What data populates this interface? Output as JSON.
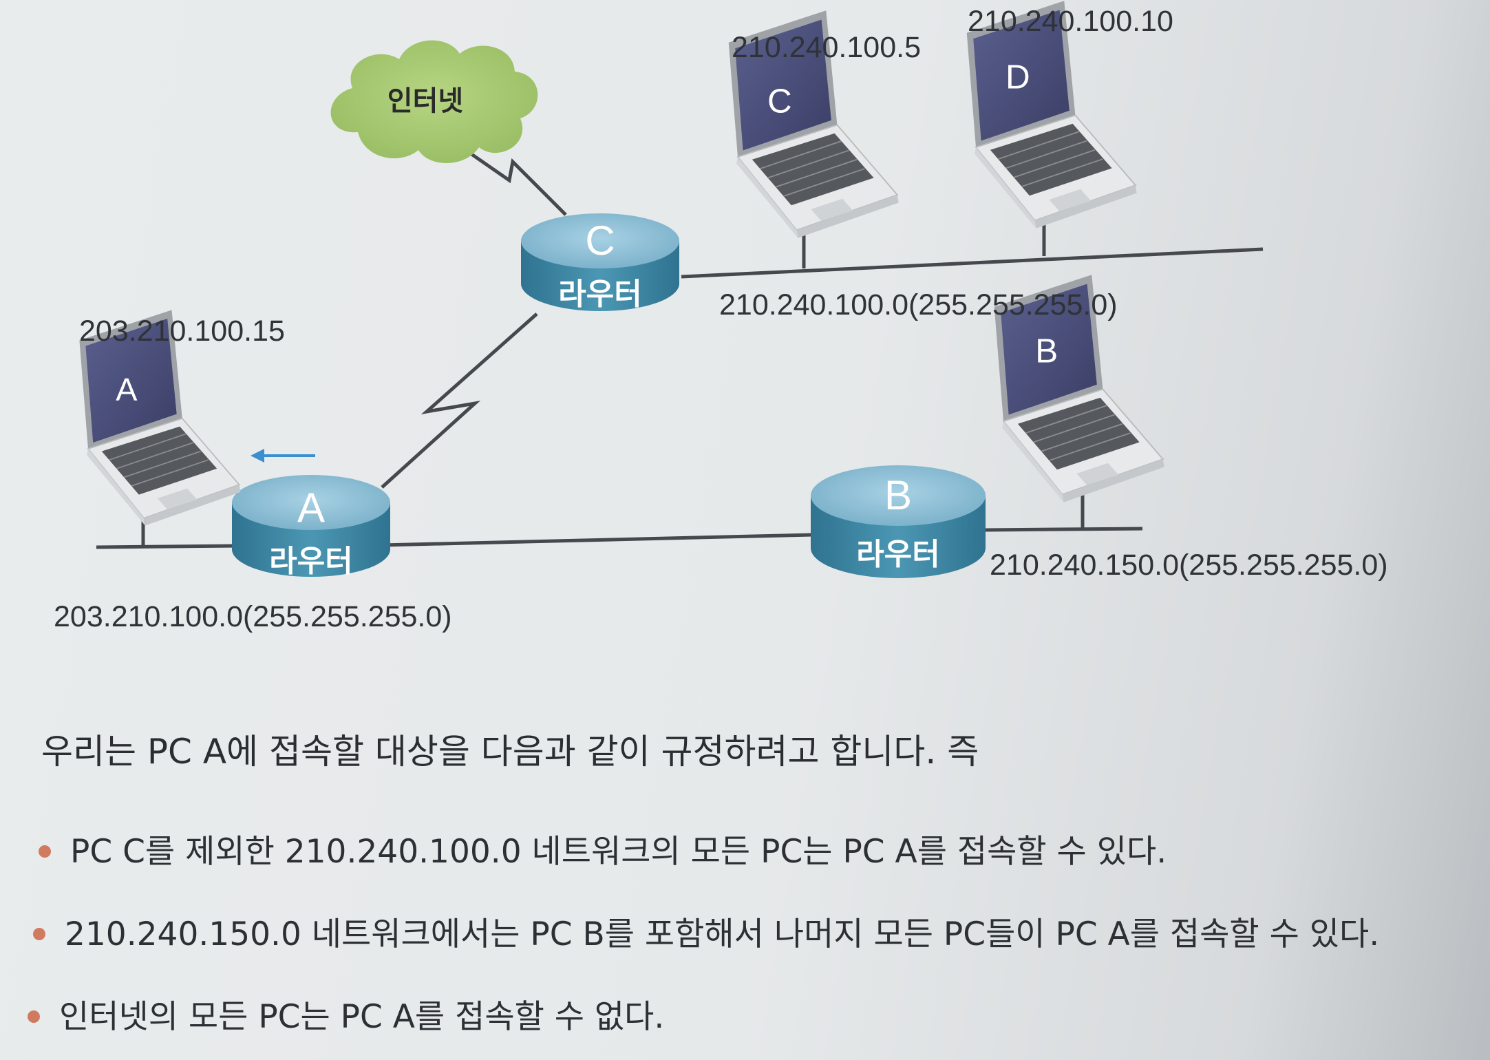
{
  "cloud": {
    "label": "인터넷",
    "color": "#a9c971"
  },
  "routers": [
    {
      "id": "A",
      "letter": "A",
      "label": "라우터"
    },
    {
      "id": "B",
      "letter": "B",
      "label": "라우터"
    },
    {
      "id": "C",
      "letter": "C",
      "label": "라우터"
    }
  ],
  "pcs": [
    {
      "id": "A",
      "letter": "A",
      "ip": "203.210.100.15"
    },
    {
      "id": "B",
      "letter": "B",
      "ip": ""
    },
    {
      "id": "C",
      "letter": "C",
      "ip": "210.240.100.5"
    },
    {
      "id": "D",
      "letter": "D",
      "ip": "210.240.100.10"
    }
  ],
  "networks": {
    "a": "203.210.100.0(255.255.255.0)",
    "b": "210.240.150.0(255.255.255.0)",
    "c": "210.240.100.0(255.255.255.0)"
  },
  "colors": {
    "router_top": "#8fbfd6",
    "router_side": "#3d8aa6",
    "laptop_screen": "#4a4f7a",
    "laptop_body": "#e4e6e7",
    "arrow": "#3a8fd0",
    "bullet": "#d27a5f"
  },
  "text": {
    "intro": "우리는 PC A에 접속할 대상을 다음과 같이 규정하려고 합니다. 즉",
    "rules": [
      "PC C를 제외한 210.240.100.0 네트워크의 모든 PC는 PC A를 접속할 수 있다.",
      "210.240.150.0 네트워크에서는 PC B를 포함해서 나머지 모든 PC들이 PC A를 접속할 수 있다.",
      "인터넷의 모든 PC는 PC A를 접속할 수 없다."
    ]
  }
}
